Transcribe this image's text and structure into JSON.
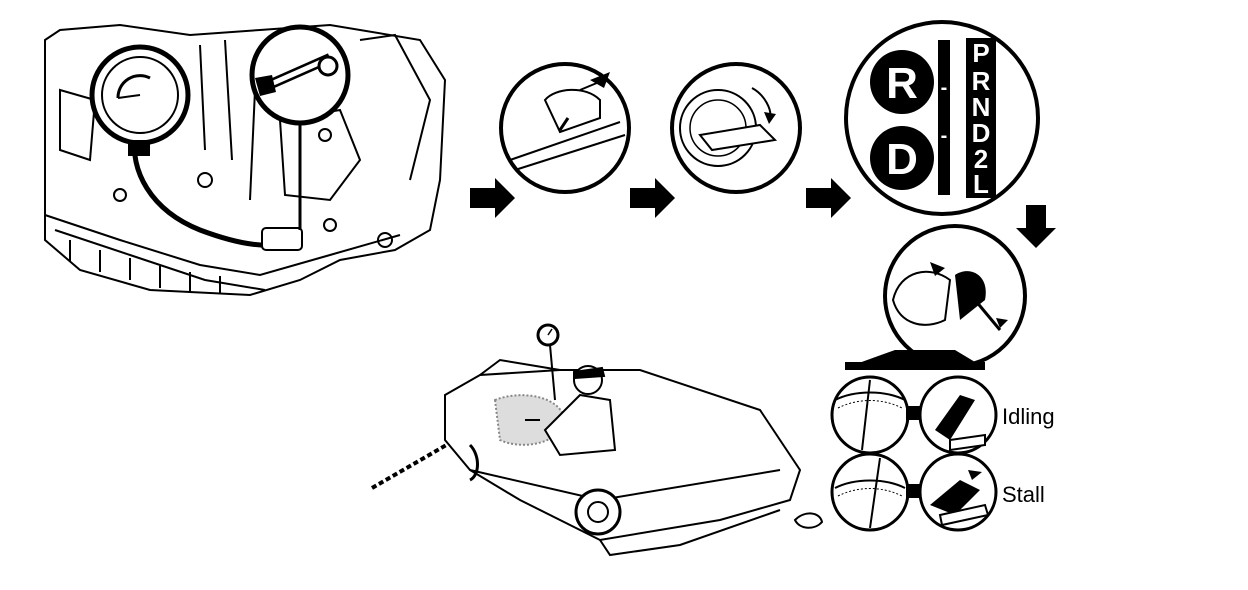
{
  "shift_circle": {
    "big_letters": [
      "R",
      "D"
    ],
    "dashes": [
      "-",
      "-"
    ],
    "gear_strip": [
      "P",
      "R",
      "N",
      "D",
      "2",
      "L"
    ]
  },
  "conditions": {
    "idling_label": "Idling",
    "stall_label": "Stall"
  },
  "icons": [
    "arrow-right-icon",
    "arrow-down-icon",
    "pressure-gauge-icon",
    "ignition-key-icon",
    "parking-brake-icon",
    "foot-pedal-icon"
  ]
}
